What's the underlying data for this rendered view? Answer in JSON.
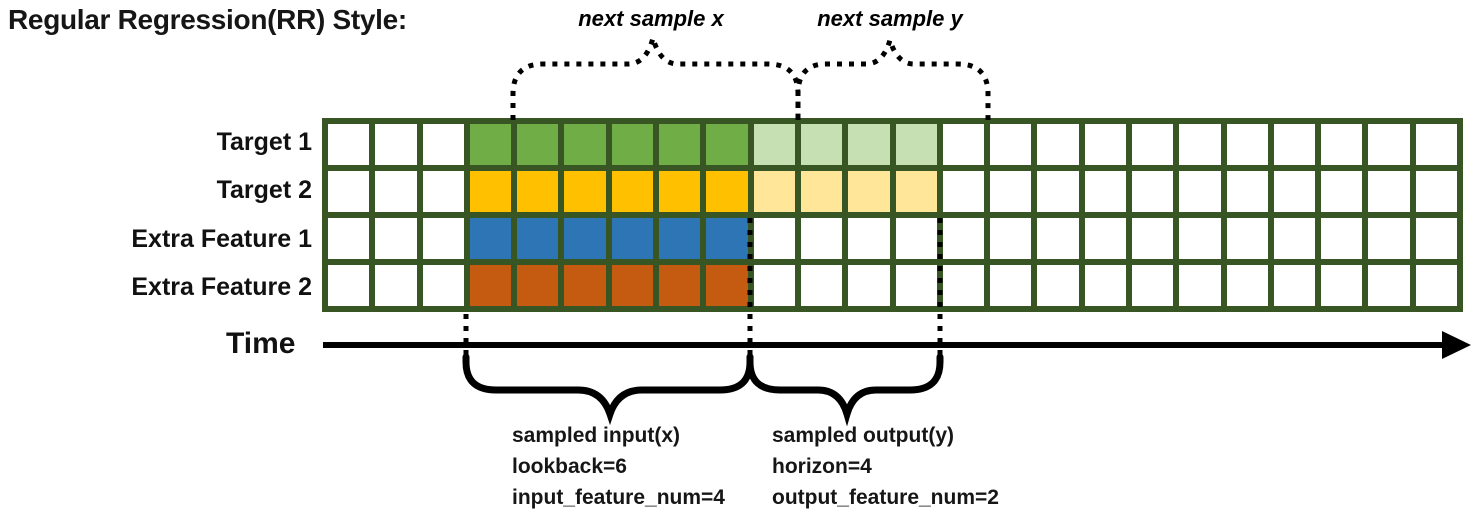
{
  "title": "Regular Regression(RR) Style:",
  "annotations": {
    "next_sample_x": "next sample x",
    "next_sample_y": "next sample y",
    "time_label": "Time"
  },
  "notes": {
    "input": {
      "line1": "sampled input(x)",
      "line2": "lookback=6",
      "line3": "input_feature_num=4"
    },
    "output": {
      "line1": "sampled output(y)",
      "line2": "horizon=4",
      "line3": "output_feature_num=2"
    }
  },
  "grid": {
    "total_timesteps": 24,
    "lookback": 6,
    "horizon": 4,
    "lookback_start_col": 4,
    "input_feature_num": 4,
    "output_feature_num": 2,
    "rows": [
      {
        "label": "Target 1",
        "lookback_color": "#70AD47",
        "horizon_color": "#C6E0B4"
      },
      {
        "label": "Target 2",
        "lookback_color": "#FFC000",
        "horizon_color": "#FFE699"
      },
      {
        "label": "Extra Feature 1",
        "lookback_color": "#2E75B6",
        "horizon_color": ""
      },
      {
        "label": "Extra Feature 2",
        "lookback_color": "#C55A11",
        "horizon_color": ""
      }
    ],
    "colors": {
      "grid_line": "#375623",
      "empty_cell": "#FFFFFF",
      "annotation_line": "#000000"
    }
  }
}
